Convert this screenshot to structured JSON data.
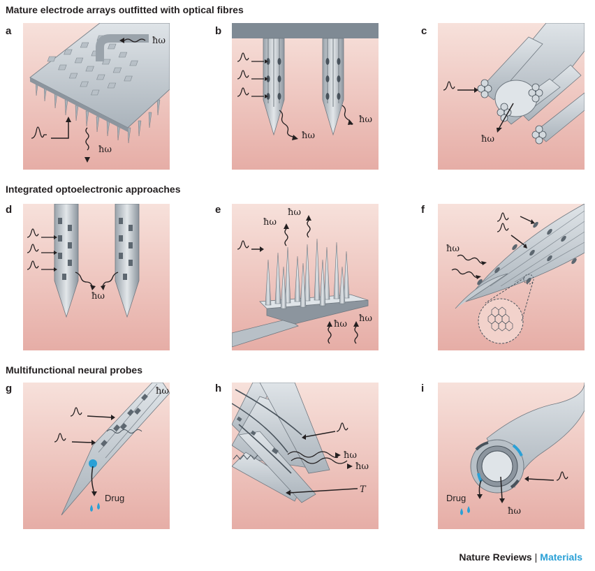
{
  "sections": [
    {
      "title": "Mature electrode arrays outfitted with optical fibres"
    },
    {
      "title": "Integrated optoelectronic approaches"
    },
    {
      "title": "Multifunctional neural probes"
    }
  ],
  "panels": {
    "a": {
      "letter": "a",
      "light": "ħω"
    },
    "b": {
      "letter": "b",
      "light": "ħω"
    },
    "c": {
      "letter": "c",
      "light": "ħω"
    },
    "d": {
      "letter": "d",
      "light": "ħω"
    },
    "e": {
      "letter": "e",
      "light": "ħω"
    },
    "f": {
      "letter": "f",
      "light": "ħω"
    },
    "g": {
      "letter": "g",
      "light": "ħω",
      "drug": "Drug"
    },
    "h": {
      "letter": "h",
      "light": "ħω",
      "temp": "T"
    },
    "i": {
      "letter": "i",
      "light": "ħω",
      "drug": "Drug"
    }
  },
  "footer": {
    "brand": "Nature Reviews",
    "separator": "|",
    "journal": "Materials"
  },
  "colors": {
    "bg_top": "#f6ddd6",
    "bg_bottom": "#e8b3ac",
    "probe": "#c9d0d6",
    "probe_dark": "#7f8a94",
    "drug": "#2aa0d6"
  }
}
